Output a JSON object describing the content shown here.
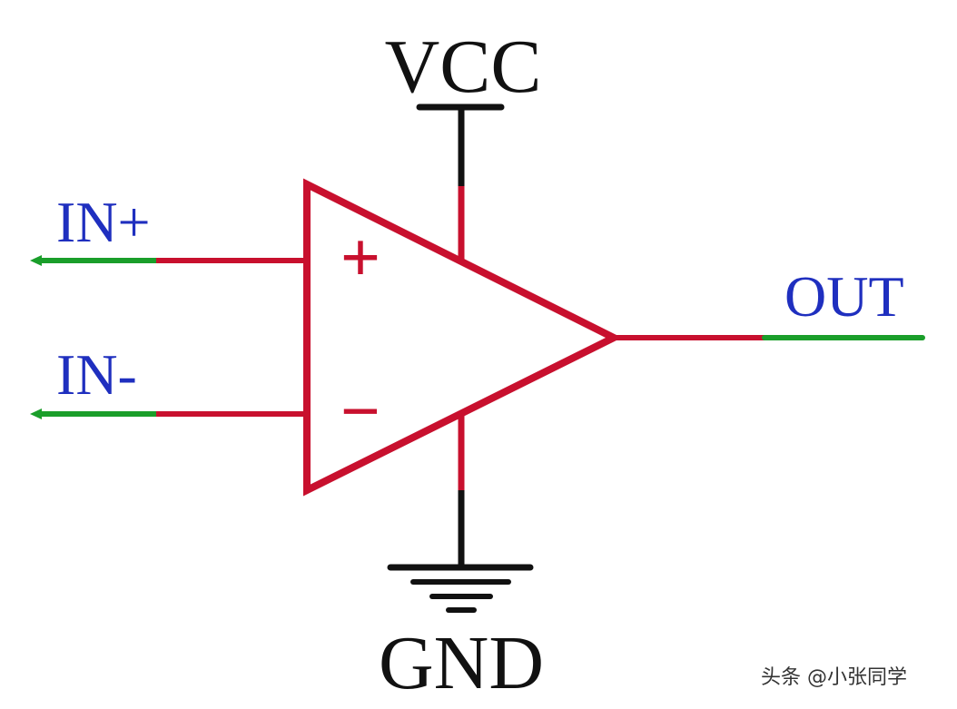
{
  "labels": {
    "vcc": "VCC",
    "gnd": "GND",
    "in_plus": "IN+",
    "in_minus": "IN-",
    "out": "OUT"
  },
  "symbols": {
    "plus": "+",
    "minus": "−"
  },
  "watermark": "头条 @小张同学",
  "colors": {
    "body": "#c8102e",
    "wire_red": "#c8102e",
    "wire_green": "#1a9e2a",
    "power_black": "#111111",
    "label_blue": "#1f2fbf",
    "label_black": "#111111"
  }
}
